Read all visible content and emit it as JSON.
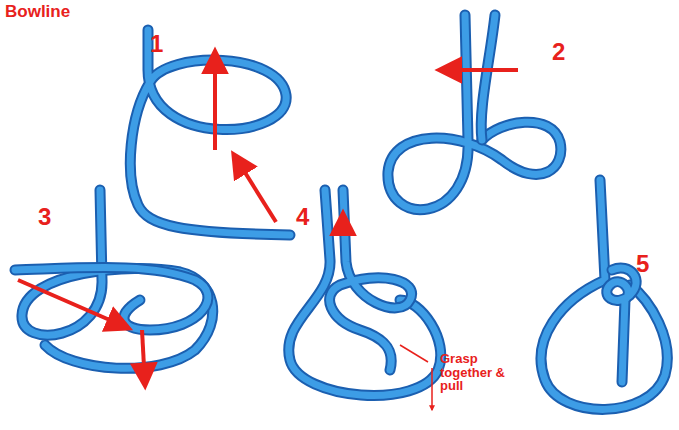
{
  "diagram": {
    "title": "Bowline",
    "labels": [
      "1",
      "2",
      "3",
      "4",
      "5",
      "Grasp together & pull"
    ]
  }
}
